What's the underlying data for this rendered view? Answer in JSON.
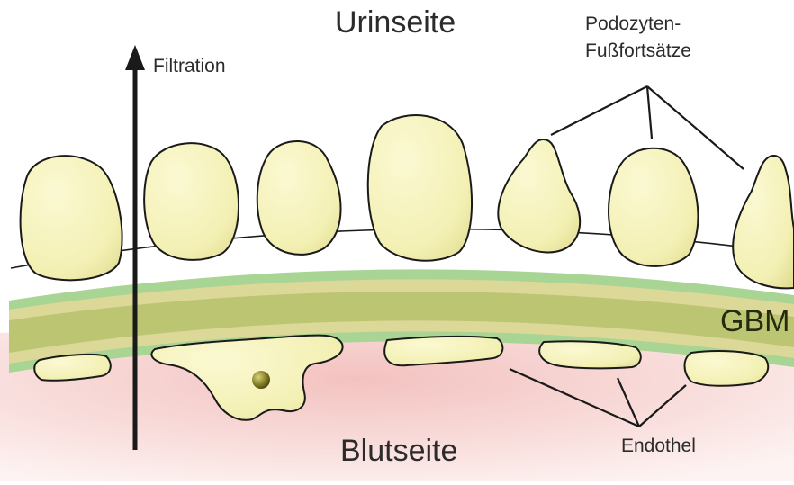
{
  "labels": {
    "urine_side": "Urinseite",
    "blood_side": "Blutseite",
    "filtration": "Filtration",
    "podocyte_line1": "Podozyten-",
    "podocyte_line2": "Fußfortsätze",
    "gbm": "GBM",
    "endothel": "Endothel"
  },
  "colors": {
    "cell_fill": "#f3f0b4",
    "cell_stroke": "#1a1a1a",
    "gbm_outer": "#9fcf8f",
    "gbm_middle": "#d8d592",
    "gbm_inner": "#b6c26a",
    "blood_side_tint": "#f5cfcc",
    "arrow": "#1a1a1a"
  }
}
